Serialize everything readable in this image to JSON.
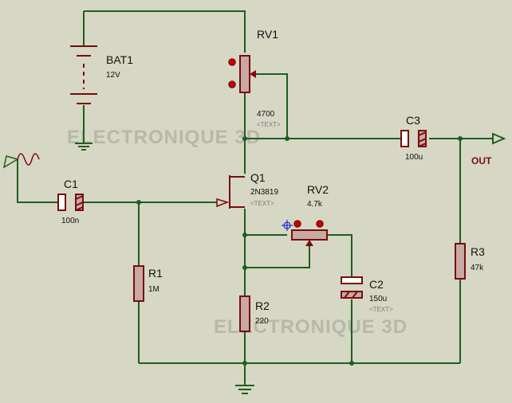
{
  "watermark": "ELECTRONIQUE 3D",
  "output_label": "OUT",
  "components": {
    "bat1": {
      "ref": "BAT1",
      "value": "12V"
    },
    "rv1": {
      "ref": "RV1",
      "value": "4700",
      "extra": "<TEXT>"
    },
    "c1": {
      "ref": "C1",
      "value": "100n"
    },
    "q1": {
      "ref": "Q1",
      "value": "2N3819",
      "extra": "<TEXT>"
    },
    "rv2": {
      "ref": "RV2",
      "value": "4.7k"
    },
    "r1": {
      "ref": "R1",
      "value": "1M"
    },
    "c2": {
      "ref": "C2",
      "value": "150u",
      "extra": "<TEXT>"
    },
    "r2": {
      "ref": "R2",
      "value": "220"
    },
    "c3": {
      "ref": "C3",
      "value": "100u"
    },
    "r3": {
      "ref": "R3",
      "value": "47k"
    }
  },
  "colors": {
    "background": "#d6d7c4",
    "wire": "#1f5e1f",
    "component": "#7a0c0c",
    "component_body": "#c9a9a4"
  }
}
